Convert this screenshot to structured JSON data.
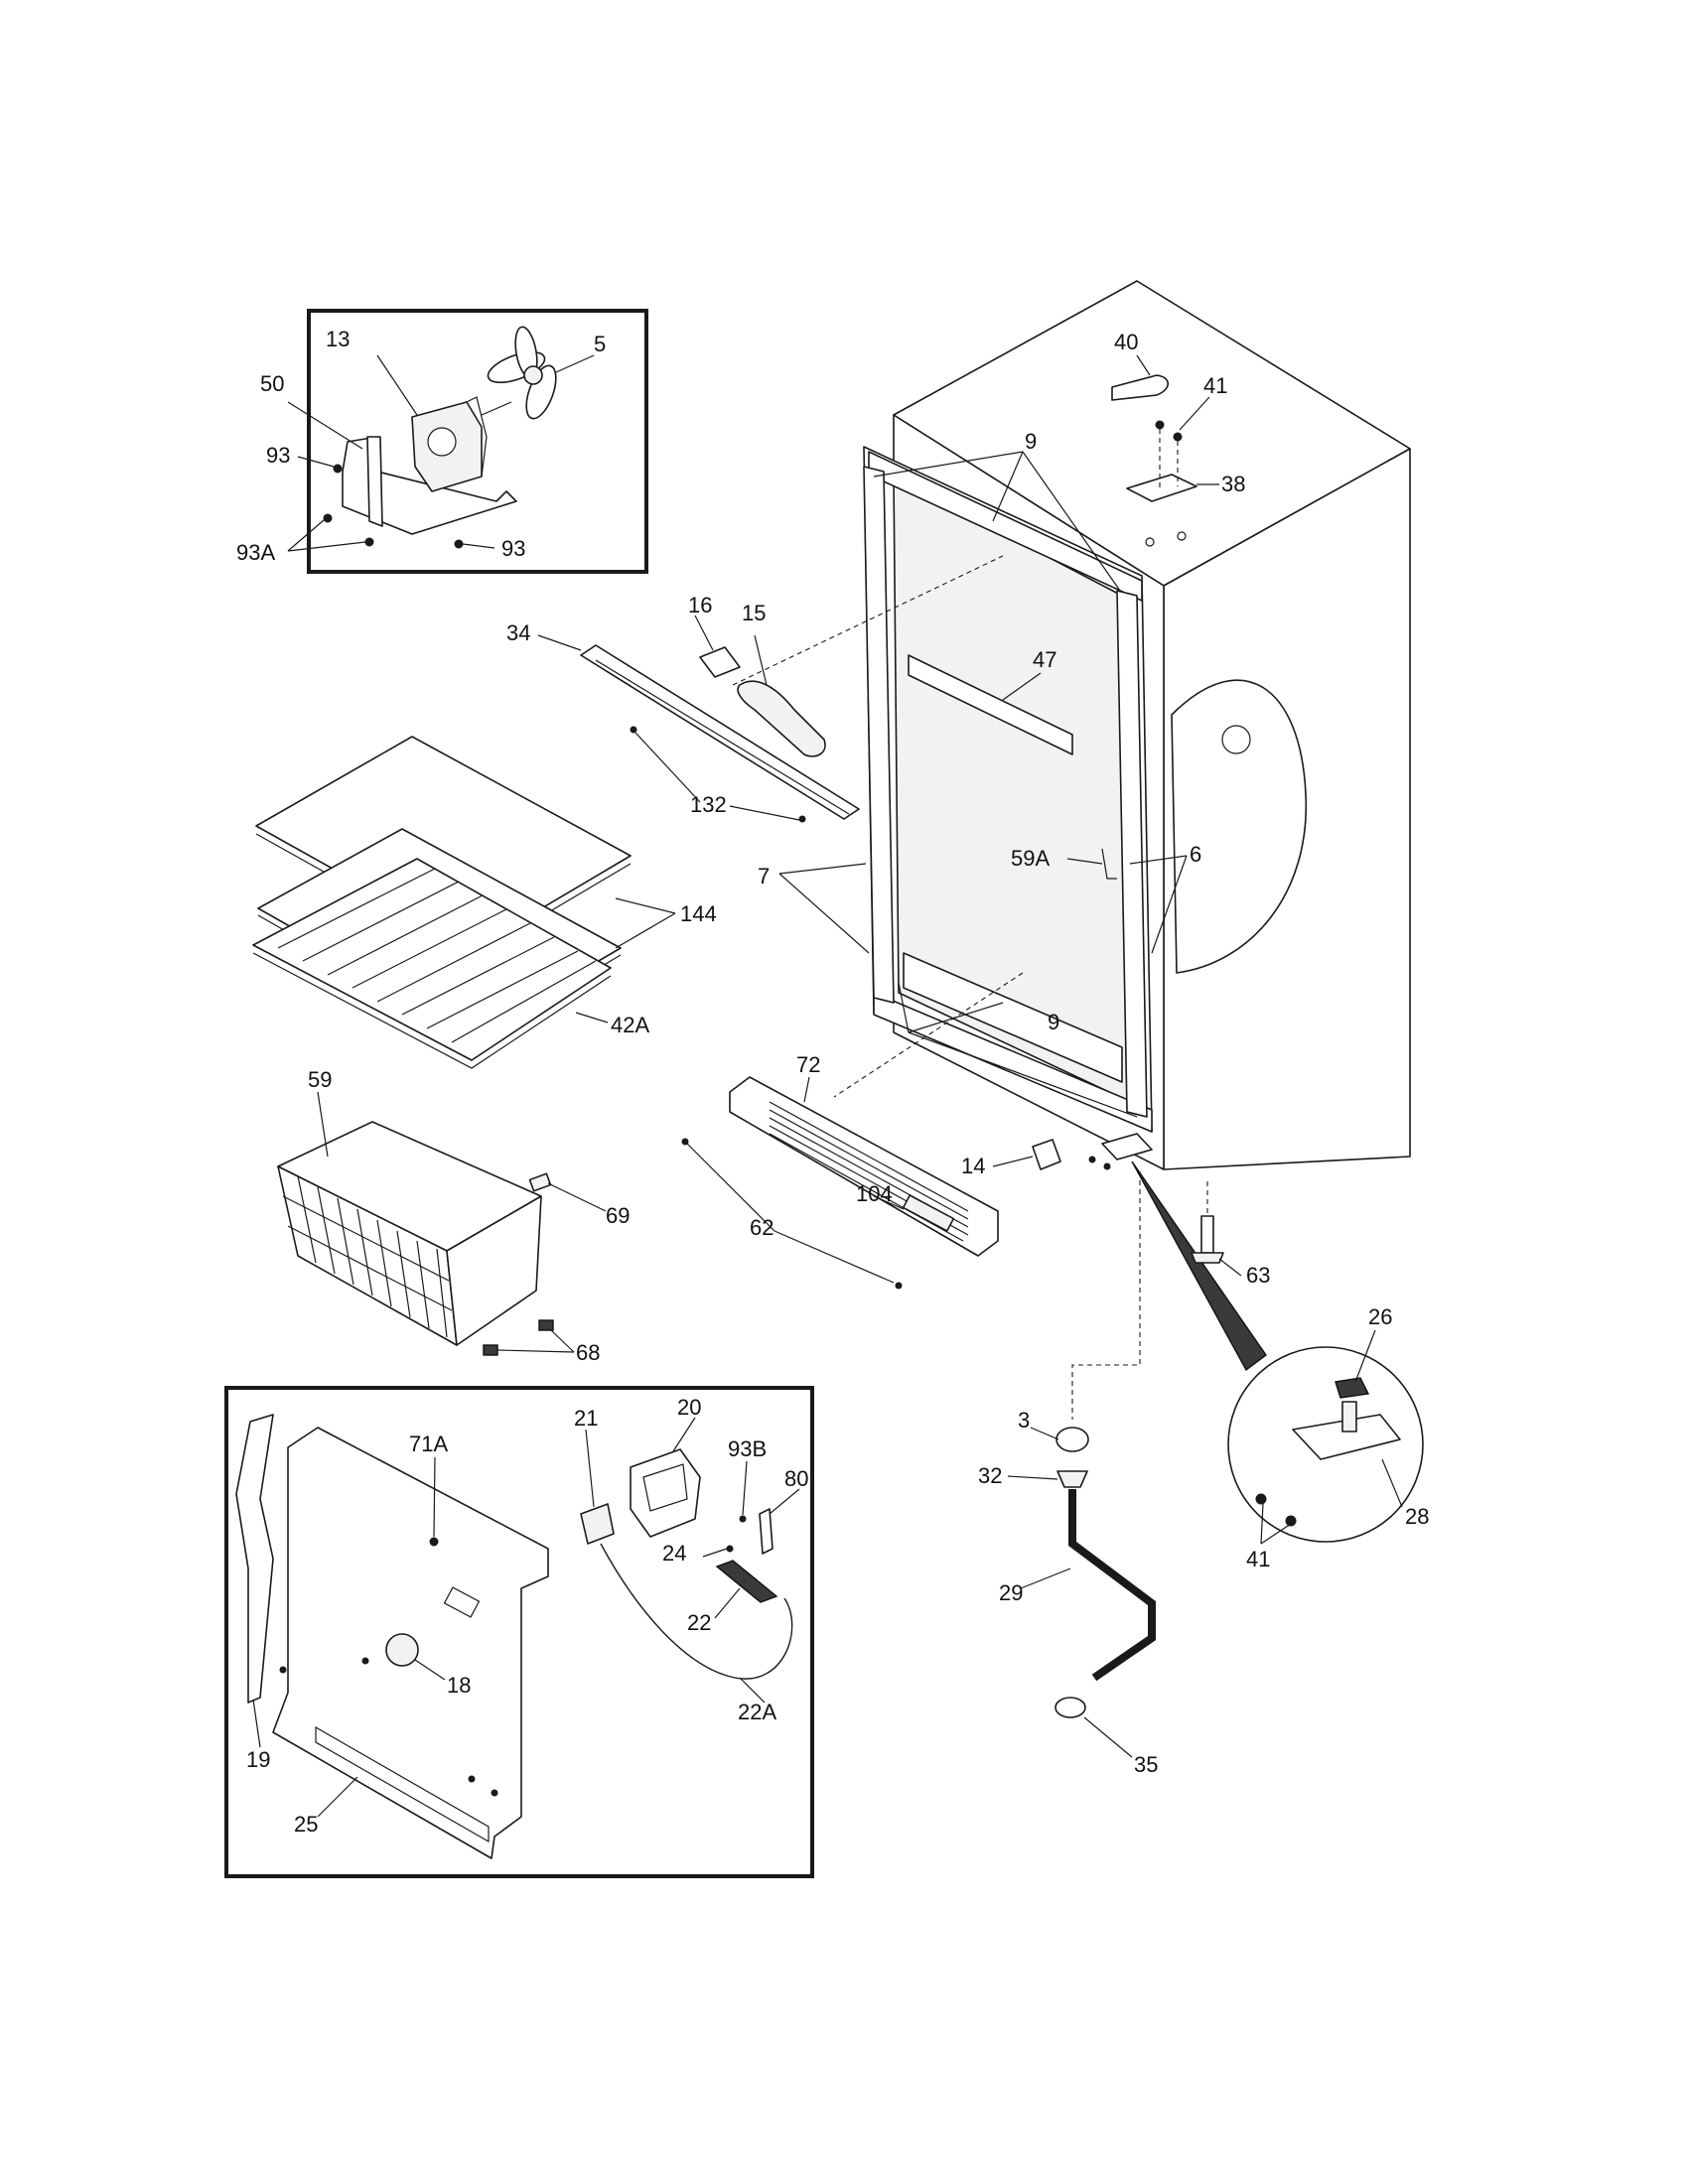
{
  "callouts": {
    "c3": "3",
    "c5": "5",
    "c6": "6",
    "c7": "7",
    "c9_top": "9",
    "c9_bottom": "9",
    "c13": "13",
    "c14": "14",
    "c15": "15",
    "c16": "16",
    "c18": "18",
    "c19": "19",
    "c20": "20",
    "c21": "21",
    "c22": "22",
    "c22A": "22A",
    "c24": "24",
    "c25": "25",
    "c26": "26",
    "c28": "28",
    "c29": "29",
    "c32": "32",
    "c34": "34",
    "c35": "35",
    "c38": "38",
    "c40": "40",
    "c41_top": "41",
    "c41_bottom": "41",
    "c42A": "42A",
    "c47": "47",
    "c50": "50",
    "c59": "59",
    "c59A": "59A",
    "c62": "62",
    "c63": "63",
    "c68": "68",
    "c69": "69",
    "c71A": "71A",
    "c72": "72",
    "c80": "80",
    "c93_left": "93",
    "c93_right": "93",
    "c93A": "93A",
    "c93B": "93B",
    "c104": "104",
    "c132": "132",
    "c144": "144"
  }
}
